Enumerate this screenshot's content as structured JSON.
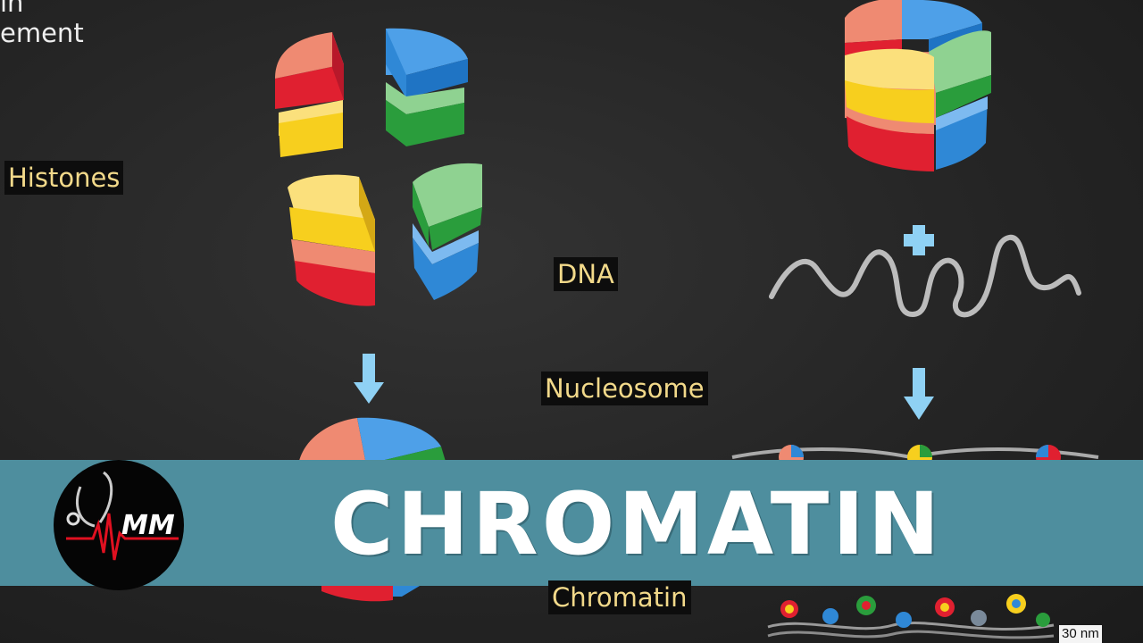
{
  "labels": {
    "corner_line1": "in",
    "corner_line2": "ement",
    "histones": "Histones",
    "dna": "DNA",
    "nucleosome": "Nucleosome",
    "chromatin": "Chromatin",
    "scale": "30 nm"
  },
  "banner": {
    "title": "CHROMATIN",
    "logo_text": "MM",
    "color": "#4e8e9e"
  },
  "colors": {
    "red": "#e02030",
    "salmon": "#ef8a72",
    "yellow": "#f7cf1e",
    "pale_yellow": "#fbe07c",
    "green": "#2a9d3c",
    "light_green": "#8fd291",
    "blue": "#2f88d6",
    "light_blue": "#7dbaf0",
    "arrow": "#8fd1f4",
    "label_text": "#f2d98a"
  }
}
